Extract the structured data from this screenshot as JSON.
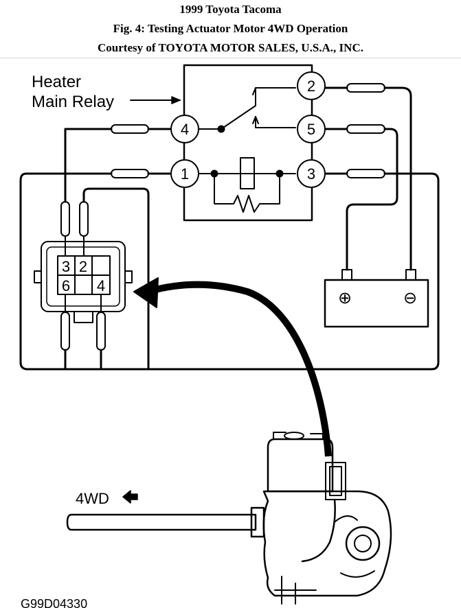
{
  "header": {
    "line1": "1999 Toyota Tacoma",
    "line2": "Fig. 4: Testing Actuator Motor 4WD Operation",
    "line3": "Courtesy of TOYOTA MOTOR SALES, U.S.A., INC."
  },
  "relay": {
    "label_line1": "Heater",
    "label_line2": "Main Relay",
    "terminals": [
      "1",
      "2",
      "3",
      "4",
      "5"
    ]
  },
  "connector": {
    "pins": [
      "3",
      "2",
      "6",
      "4"
    ]
  },
  "battery": {
    "positive": "⊕",
    "negative": "⊖"
  },
  "actuator": {
    "direction_label": "4WD"
  },
  "figure_code": "G99D04330"
}
